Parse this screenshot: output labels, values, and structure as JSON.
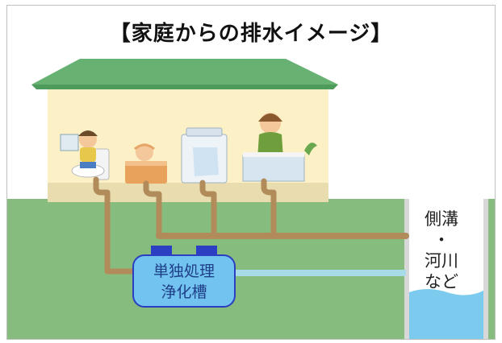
{
  "title": "【家庭からの排水イメージ】",
  "tank": {
    "line1": "単独処理",
    "line2": "浄化槽"
  },
  "ditch": {
    "line1": "側溝",
    "line2": "・",
    "line3": "河川",
    "line4": "など"
  },
  "colors": {
    "ground": "#86bd7e",
    "house_wall": "#fcf1c6",
    "roof": "#67b272",
    "pipe": "#b18b5a",
    "tank_fill": "#72c3ef",
    "tank_border": "#2c3ec1",
    "water": "#7ccbee"
  }
}
